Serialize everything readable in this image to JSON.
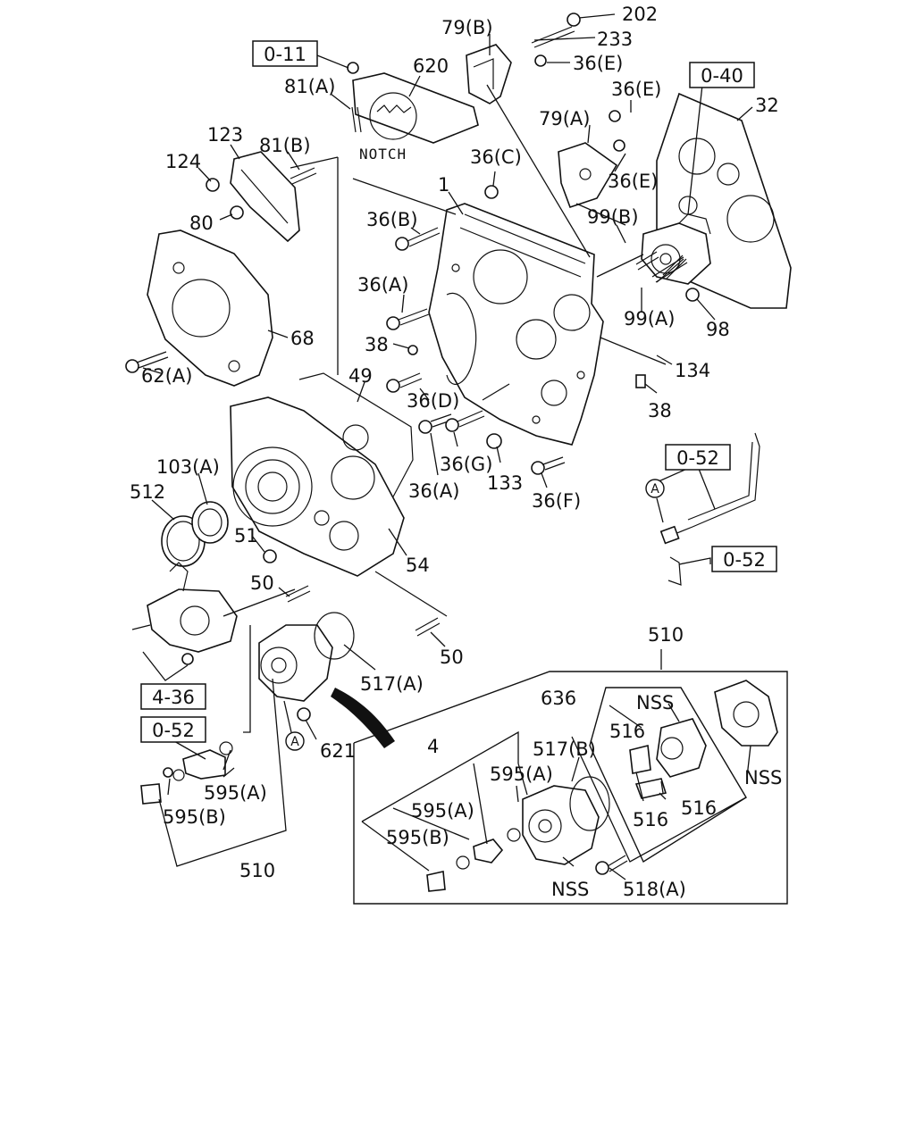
{
  "diagram": {
    "callouts": {
      "c202": "202",
      "c233": "233",
      "c79b": "79(B)",
      "c36e_1": "36(E)",
      "c620": "620",
      "c81a": "81(A)",
      "c36e_2": "36(E)",
      "c79a": "79(A)",
      "c36e_3": "36(E)",
      "c32": "32",
      "c123": "123",
      "c81b": "81(B)",
      "c124": "124",
      "c80": "80",
      "c36c": "36(C)",
      "c1": "1",
      "c36b": "36(B)",
      "c99b": "99(B)",
      "c36a_1": "36(A)",
      "c68": "68",
      "c99a": "99(A)",
      "c98": "98",
      "c38_1": "38",
      "c62a": "62(A)",
      "c49": "49",
      "c36d": "36(D)",
      "c134": "134",
      "c38_2": "38",
      "c103a": "103(A)",
      "c512": "512",
      "c36g": "36(G)",
      "c133": "133",
      "c36a_2": "36(A)",
      "c36f": "36(F)",
      "c51": "51",
      "c54": "54",
      "c50_1": "50",
      "c50_2": "50",
      "c517a": "517(A)",
      "c510_top": "510",
      "c636": "636",
      "c621": "621",
      "c4": "4",
      "c517b": "517(B)",
      "c595a_1": "595(A)",
      "c595a_2": "595(A)",
      "c595a_3": "595(A)",
      "c595b_1": "595(B)",
      "c595b_2": "595(B)",
      "c510_bot": "510",
      "c516_1": "516",
      "c516_2": "516",
      "c516_3": "516",
      "c518a": "518(A)",
      "c_nss_1": "NSS",
      "c_nss_2": "NSS",
      "c_nss_3": "NSS"
    },
    "notch_label": "NOTCH",
    "ref_boxes": {
      "r011": "0-11",
      "r040": "0-40",
      "r052_1": "0-52",
      "r052_2": "0-52",
      "r436": "4-36",
      "r052_3": "0-52"
    },
    "circle_markers": {
      "m1": "A",
      "m2": "A"
    }
  }
}
